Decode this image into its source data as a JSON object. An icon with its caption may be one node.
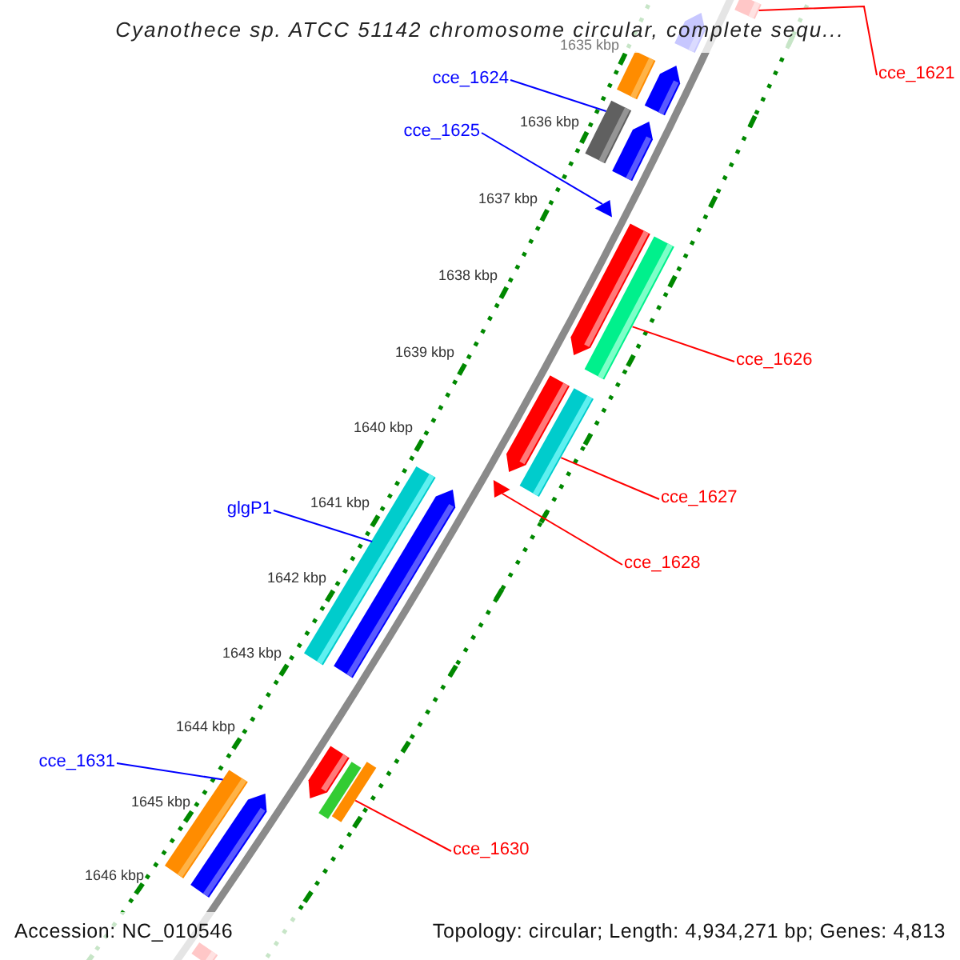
{
  "diagram": {
    "title": "Cyanothece sp. ATCC 51142 chromosome circular, complete sequ...",
    "nodes": [
      {
        "text": [],
        "shape": "bar"
      },
      {
        "text": [],
        "shape": "bar"
      },
      {
        "text": [],
        "shape": "bar"
      },
      {
        "text": [],
        "shape": "bar"
      },
      {
        "text": [],
        "shape": "arrow"
      },
      {
        "text": [],
        "shape": "arrow"
      },
      {
        "text": [],
        "shape": "arrow"
      },
      {
        "text": [],
        "shape": "triangle"
      },
      {
        "text": [],
        "shape": "arrow"
      },
      {
        "text": [],
        "shape": "arrow"
      },
      {
        "text": [],
        "shape": "bar"
      },
      {
        "text": [],
        "shape": "arrow"
      },
      {
        "text": [],
        "shape": "arrow"
      },
      {
        "text": [],
        "shape": "triangle"
      },
      {
        "text": [],
        "shape": "arrow"
      },
      {
        "text": [],
        "shape": "bar"
      },
      {
        "text": [],
        "shape": "bar"
      },
      {
        "text": [],
        "shape": "bar"
      },
      {
        "text": [],
        "shape": "bar"
      },
      {
        "text": [],
        "shape": "bar"
      },
      {
        "text": [
          "cce_1621"
        ]
      },
      {
        "text": [
          "cce_1624"
        ]
      },
      {
        "text": [
          "cce_1625"
        ]
      },
      {
        "text": [
          "cce_1626"
        ]
      },
      {
        "text": [
          "cce_1627"
        ]
      },
      {
        "text": [
          "glgP1"
        ]
      },
      {
        "text": [
          "cce_1628"
        ]
      },
      {
        "text": [
          "cce_1631"
        ]
      },
      {
        "text": [
          "cce_1630"
        ]
      }
    ],
    "edges": [
      {
        "from": 20,
        "to": 10,
        "arrow": "none"
      },
      {
        "from": 21,
        "to": 1,
        "arrow": "none",
        "color": "#0000ff"
      },
      {
        "from": 22,
        "to": 7,
        "arrow": "none",
        "color": "#0000ff"
      },
      {
        "from": 23,
        "to": 16,
        "arrow": "none"
      },
      {
        "from": 24,
        "to": 17,
        "arrow": "none"
      },
      {
        "from": 25,
        "to": 2,
        "arrow": "none",
        "color": "#0000ff"
      },
      {
        "from": 26,
        "to": 13,
        "arrow": "none"
      },
      {
        "from": 27,
        "to": 3,
        "arrow": "none",
        "color": "#0000ff"
      },
      {
        "from": 28,
        "to": 19,
        "arrow": "none"
      }
    ],
    "labels": [
      "1635 kbp",
      "1636 kbp",
      "1637 kbp",
      "1638 kbp",
      "1639 kbp",
      "1640 kbp",
      "1641 kbp",
      "1642 kbp",
      "1643 kbp",
      "1644 kbp",
      "1645 kbp",
      "1646 kbp",
      "Accession: NC_010546",
      "Topology: circular; Length: 4,934,271 bp; Genes: 4,813"
    ]
  }
}
